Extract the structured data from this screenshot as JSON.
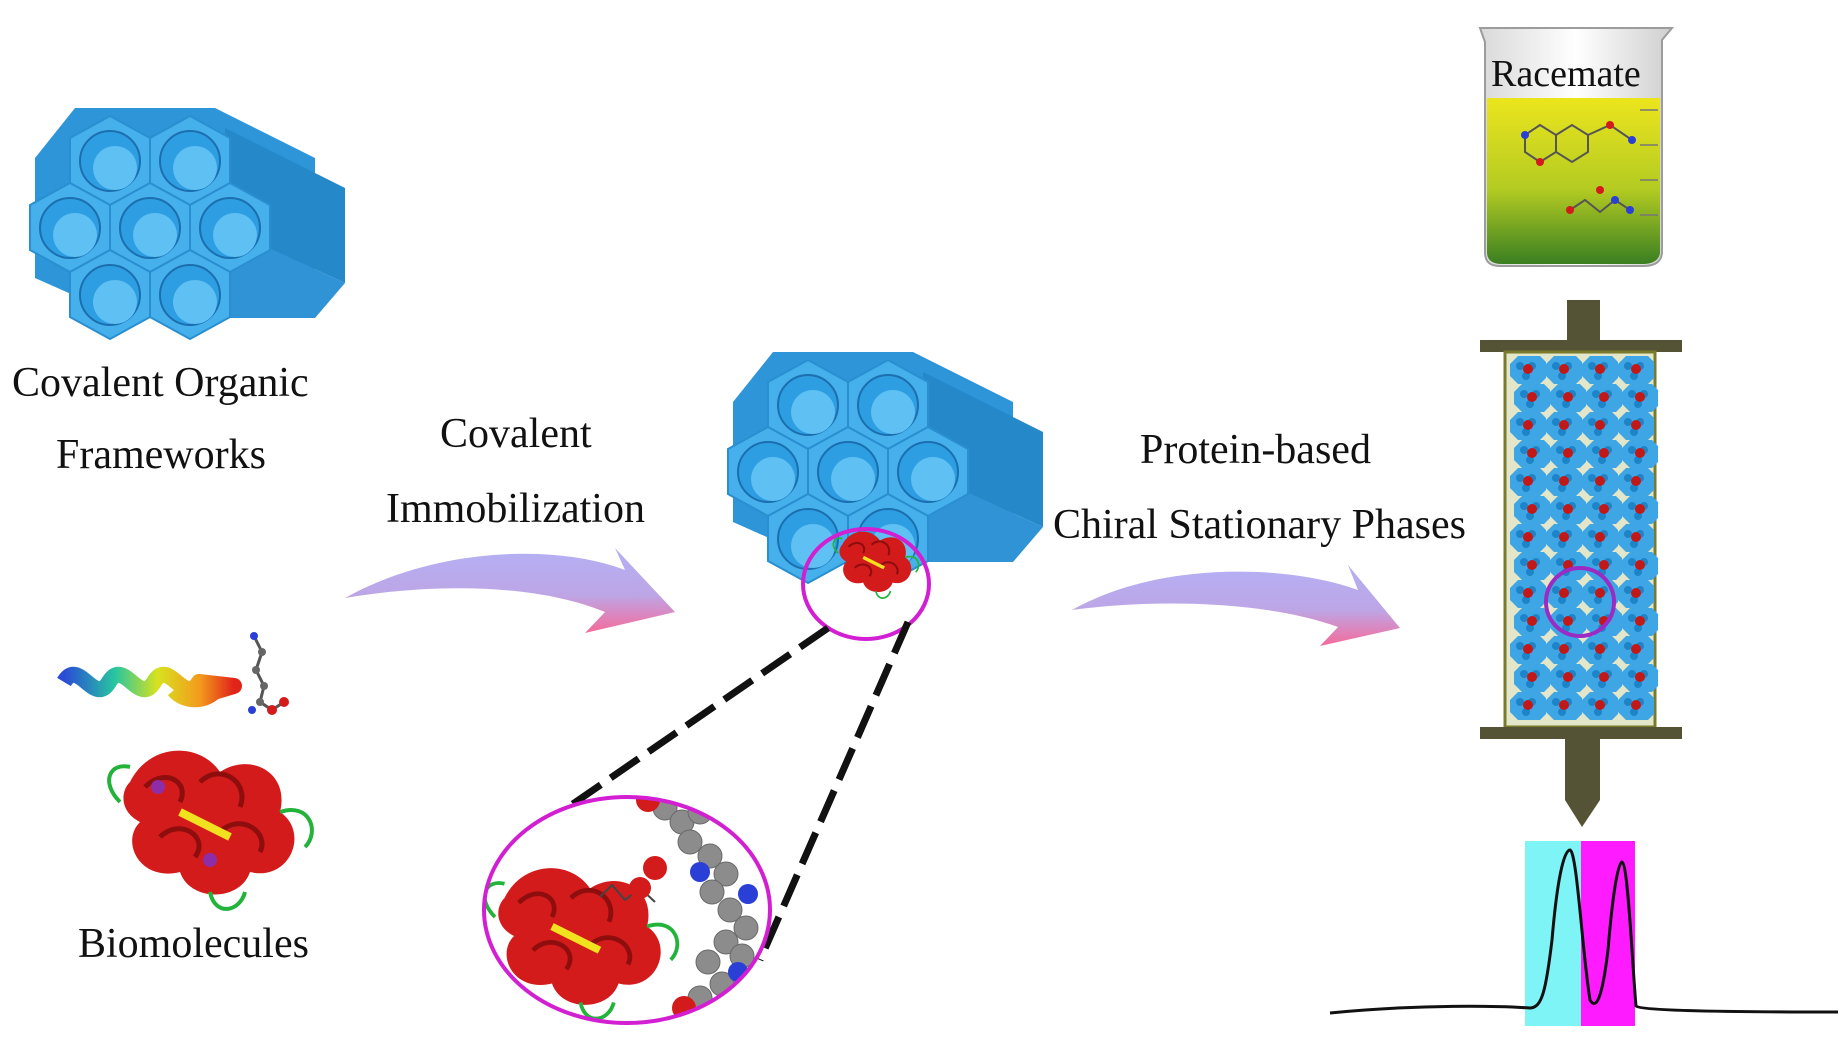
{
  "labels": {
    "cof_line1": "Covalent Organic",
    "cof_line2": "Frameworks",
    "biomolecules": "Biomolecules",
    "immob_line1": "Covalent",
    "immob_line2": "Immobilization",
    "csp_line1": "Protein-based",
    "csp_line2": "Chiral Stationary Phases",
    "racemate": "Racemate"
  },
  "colors": {
    "cof_blue": "#3ea8e6",
    "cof_dark": "#1f82c4",
    "protein_red": "#d81c1c",
    "magnifier_magenta": "#d21fd2",
    "arrow_violet": "#a9a4ee",
    "arrow_pink": "#f46a9c",
    "column_olive": "#555336",
    "column_fill": "#e3e6c9",
    "beaker_yellow": "#e6e21a",
    "beaker_green": "#3f8a23",
    "peak1_band": "#7ff4f6",
    "peak2_band": "#ff1bff"
  },
  "icons": [
    "cof-hexagon-icon",
    "protein-icon",
    "helix-icon",
    "amino-acid-icon",
    "beaker-icon",
    "hplc-column-icon",
    "chromatogram-icon"
  ]
}
